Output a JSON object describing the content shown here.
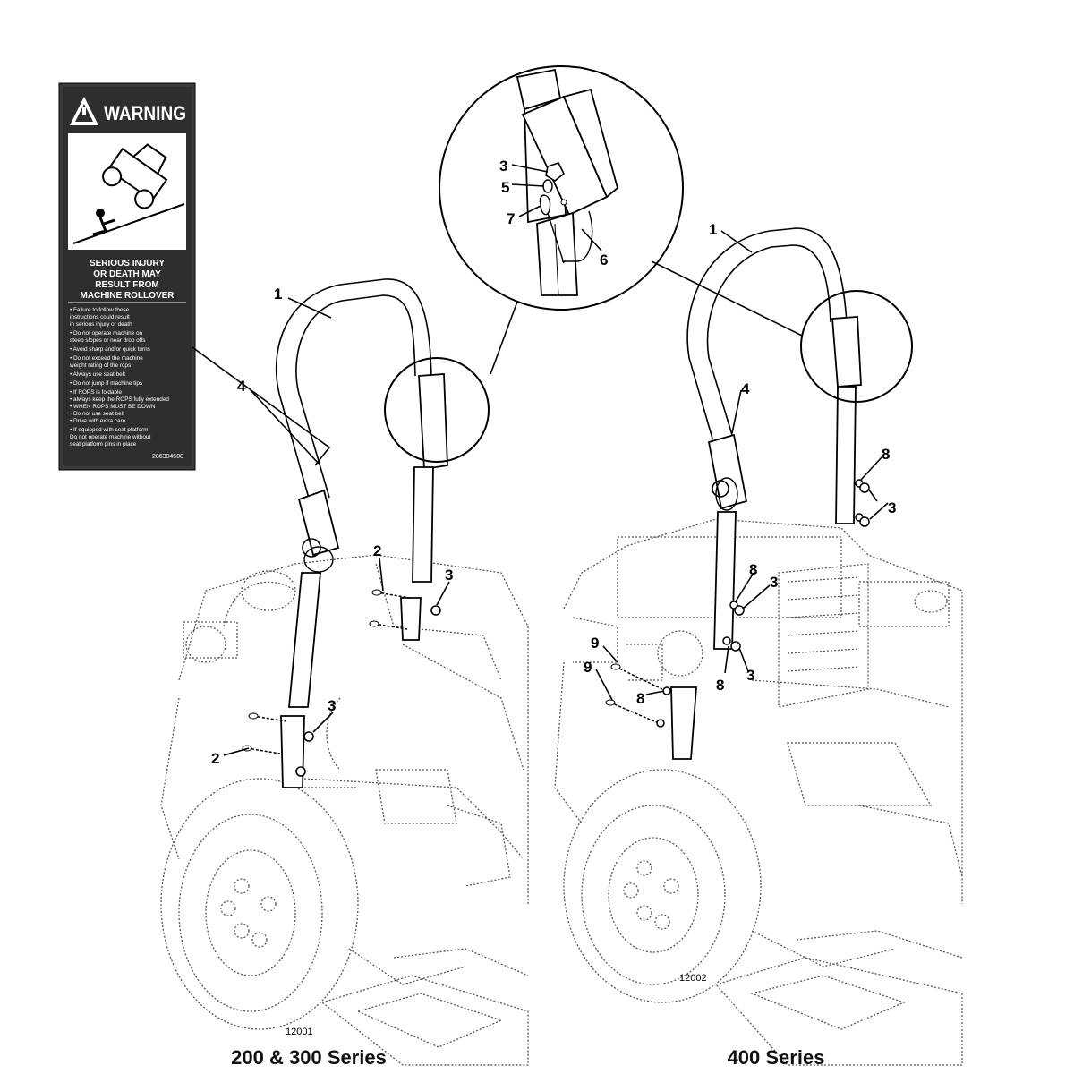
{
  "warning_decal": {
    "header": "WARNING",
    "headline": [
      "SERIOUS INJURY",
      "OR DEATH MAY",
      "RESULT FROM",
      "MACHINE ROLLOVER"
    ],
    "bullets": [
      "• Failure to follow these",
      "  instructions could result",
      "  in serious injury or death",
      "• Do not operate machine on",
      "  steep slopes or near drop offs",
      "• Avoid sharp and/or quick turns",
      "• Do not exceed the machine",
      "  weight rating of the rops",
      "• Always use seat belt",
      "• Do not jump if machine tips",
      "• If ROPS is foldable",
      "  • always keep the ROPS fully extended",
      "  • WHEN ROPS MUST BE DOWN",
      "    • Do not use seat belt",
      "    • Drive with extra care",
      "• If equipped with seat platform",
      "  Do not operate machine without",
      "  seat platform pins in place"
    ],
    "part_number": "286304500"
  },
  "callouts": {
    "left": {
      "rops": "1",
      "bolt_upper": "2",
      "nut_upper": "3",
      "decal": "4",
      "bolt_lower": "2",
      "nut_lower": "3"
    },
    "detail": {
      "nut": "3",
      "washer": "5",
      "lanyard": "6",
      "pin": "7"
    },
    "right": {
      "rops": "1",
      "tube": "4",
      "washer_a": "8",
      "nut_a": "3",
      "washer_b": "8",
      "nut_b": "3",
      "washer_c": "8",
      "nut_c": "3",
      "bolt_a": "9",
      "bolt_b": "9",
      "washer_d": "8"
    }
  },
  "figure_numbers": {
    "left": "12001",
    "right": "12002"
  },
  "captions": {
    "left": "200 & 300 Series",
    "right": "400 Series"
  },
  "colors": {
    "ink": "#000000",
    "ghost": "#555555",
    "decal_bg": "#2e2e2e"
  }
}
